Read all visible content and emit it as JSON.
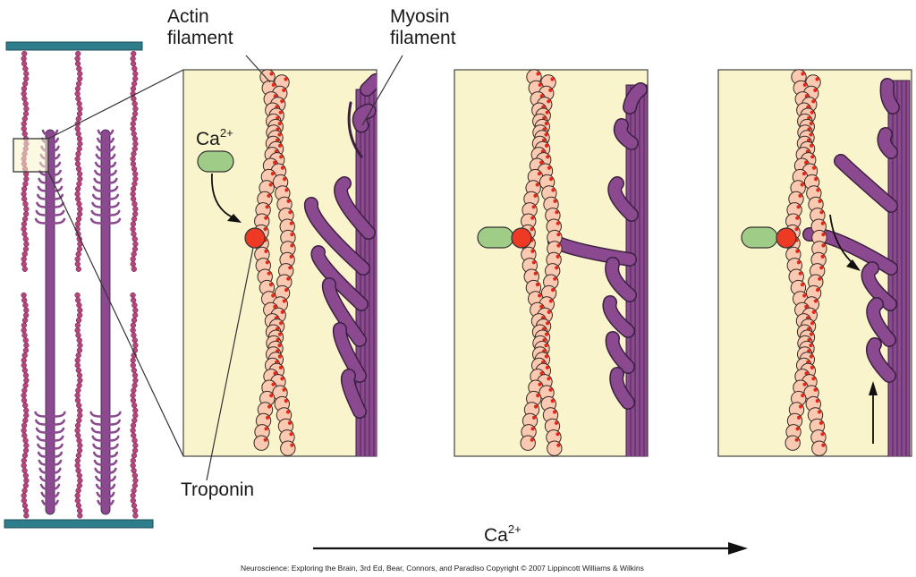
{
  "labels": {
    "actin": [
      "Actin",
      "filament"
    ],
    "myosin": [
      "Myosin",
      "filament"
    ],
    "troponin": "Troponin",
    "calcium": {
      "base": "Ca",
      "sup": "2+"
    },
    "arrow_calcium": {
      "base": "Ca",
      "sup": "2+"
    }
  },
  "credit": "Neuroscience: Exploring the Brain, 3rd Ed, Bear, Connors, and Paradiso Copyright © 2007 Lippincott Williams & Wilkins",
  "colors": {
    "panel_bg": "#f9f4cc",
    "actin_bead": "#fac9b1",
    "actin_dot": "#e82617",
    "troponin": "#ee3a24",
    "calcium": "#9fcc86",
    "myosin": "#8b4a90",
    "myosin_outline": "#3b1f40",
    "z_line": "#2d7d8c",
    "thin_filament": "#b8457e"
  }
}
